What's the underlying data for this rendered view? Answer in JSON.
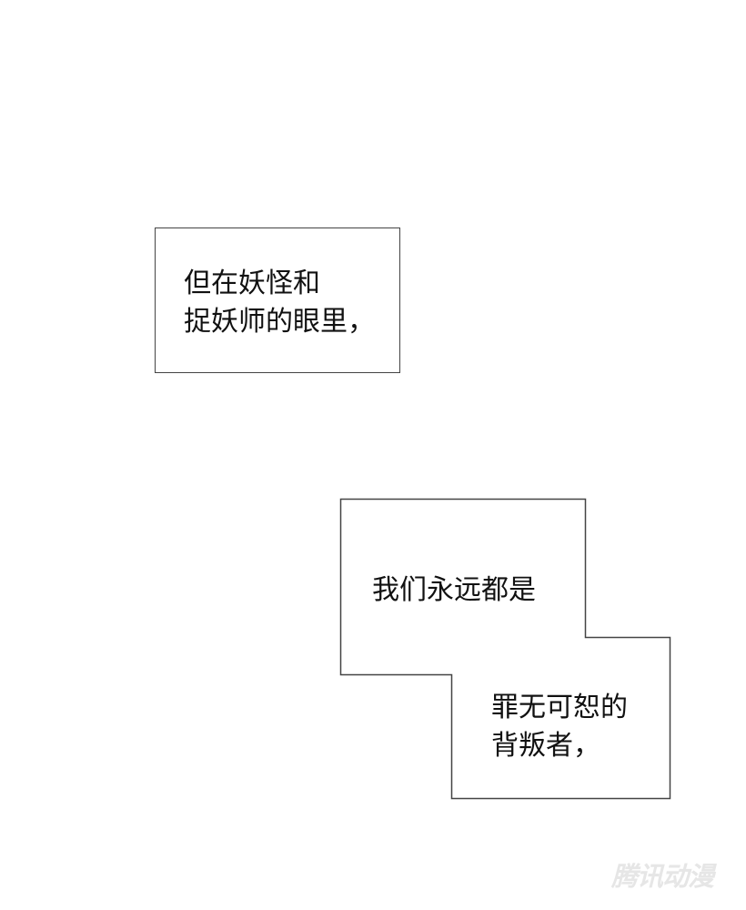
{
  "panel": {
    "caption1": {
      "line1": "但在妖怪和",
      "line2": "捉妖师的眼里，"
    },
    "caption2": {
      "line1": "我们永远都是"
    },
    "caption3": {
      "line1": "罪无可恕的",
      "line2": "背叛者，"
    },
    "watermark": "腾讯动漫",
    "colors": {
      "background": "#ffffff",
      "border": "#444444",
      "text": "#111111",
      "watermark": "#e6e6e6"
    }
  }
}
